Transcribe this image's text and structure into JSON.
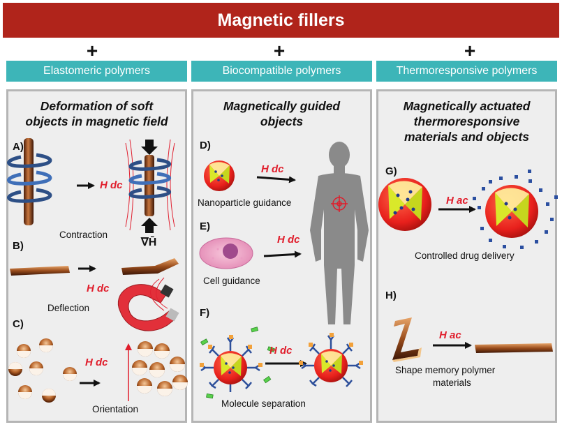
{
  "header": {
    "title": "Magnetic fillers",
    "plus": "+"
  },
  "categories": [
    "Elastomeric polymers",
    "Biocompatible polymers",
    "Thermoresponsive polymers"
  ],
  "panels": [
    {
      "title_lines": [
        "Deformation of soft",
        "objects in magnetic field"
      ]
    },
    {
      "title_lines": [
        "Magnetically guided",
        "objects"
      ]
    },
    {
      "title_lines": [
        "Magnetically actuated",
        "thermoresponsive",
        "materials and objects"
      ]
    }
  ],
  "labels": {
    "a": "A)",
    "b": "B)",
    "c": "C)",
    "d": "D)",
    "e": "E)",
    "f": "F)",
    "g": "G)",
    "h": "H)"
  },
  "field": {
    "dc": "H dc",
    "ac": "H ac"
  },
  "gradient": "∇H̄",
  "captions": {
    "contraction": "Contraction",
    "deflection": "Deflection",
    "orientation": "Orientation",
    "nanoparticle": "Nanoparticle guidance",
    "cell": "Cell guidance",
    "molecule": "Molecule separation",
    "drug": "Controlled drug delivery",
    "shape1": "Shape memory polymer",
    "shape2": "materials"
  },
  "colors": {
    "banner": "#b0241b",
    "category": "#3db5b8",
    "field_label": "#e01d2b",
    "shell": "#e8201c",
    "core": "#d9e82a",
    "panel": "#eeeeee"
  },
  "icons": [
    "coil-icon",
    "magnet-icon",
    "human-silhouette-icon",
    "target-icon",
    "cell-icon",
    "nanoparticle-icon",
    "antibody-icon",
    "drug-icon",
    "strip-icon"
  ]
}
